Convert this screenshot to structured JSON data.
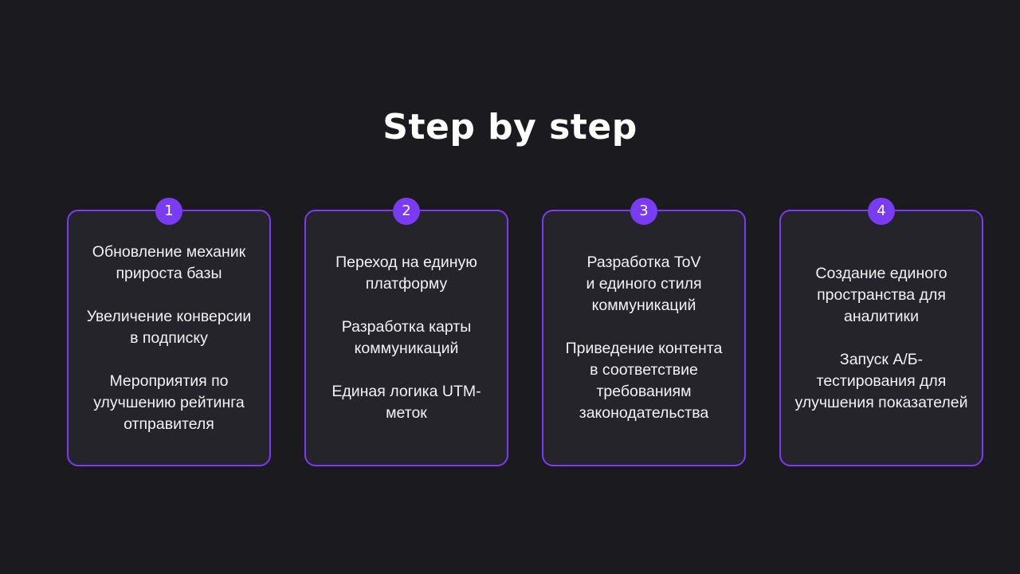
{
  "title": "Step by step",
  "colors": {
    "background": "#1b1a1f",
    "card_background": "#25242a",
    "accent": "#7a3cf3",
    "text": "#ffffff"
  },
  "steps": [
    {
      "number": "1",
      "items": [
        "Обновление механик\nприроста базы",
        "Увеличение конверсии\nв подписку",
        "Мероприятия по\nулучшению рейтинга\nотправителя"
      ]
    },
    {
      "number": "2",
      "items": [
        "Переход на единую\nплатформу",
        "Разработка карты\nкоммуникаций",
        "Единая логика UTM-\nметок"
      ]
    },
    {
      "number": "3",
      "items": [
        "Разработка ToV\nи единого стиля\nкоммуникаций",
        "Приведение контента\nв соответствие\nтребованиям\nзаконодательства"
      ]
    },
    {
      "number": "4",
      "items": [
        "Создание единого\nпространства для\nаналитики",
        "Запуск А/Б-\nтестирования для\nулучшения показателей"
      ]
    }
  ]
}
